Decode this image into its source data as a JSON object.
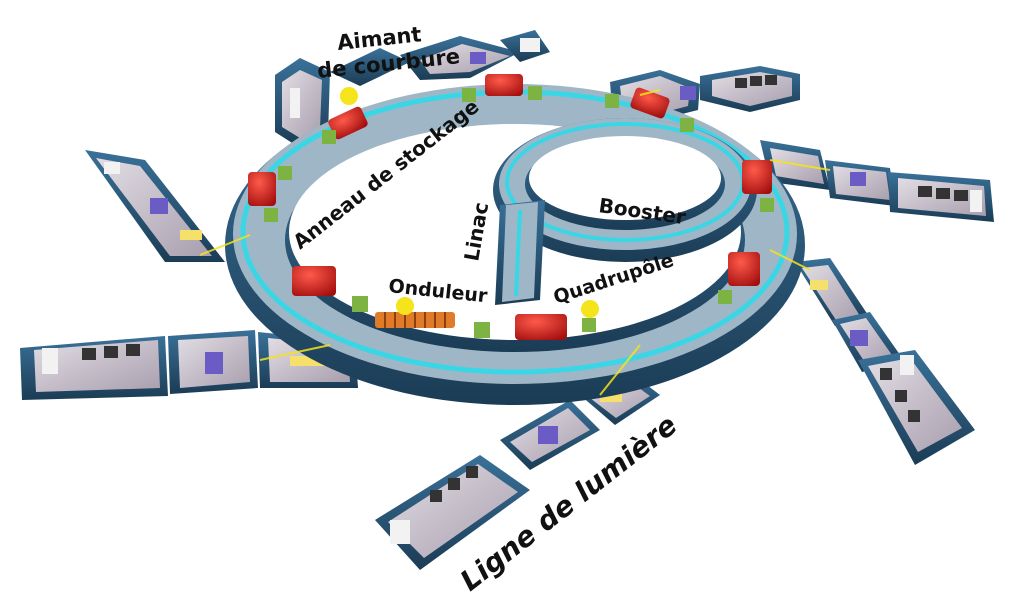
{
  "labels": {
    "bending_magnet": [
      "Aimant",
      "de courbure"
    ],
    "storage_ring": "Anneau de stockage",
    "linac": "Linac",
    "booster": "Booster",
    "undulator": "Onduleur",
    "quadrupole": "Quadrupôle",
    "beamline": "Ligne de lumière"
  },
  "colors": {
    "wall": "#2c5d7f",
    "wall_dark": "#1d3f59",
    "beam": "#39d6e6",
    "magnet": "#e01f1f",
    "quad": "#7cb342",
    "marker": "#f5e31b",
    "floor": "#c9c3cc"
  }
}
